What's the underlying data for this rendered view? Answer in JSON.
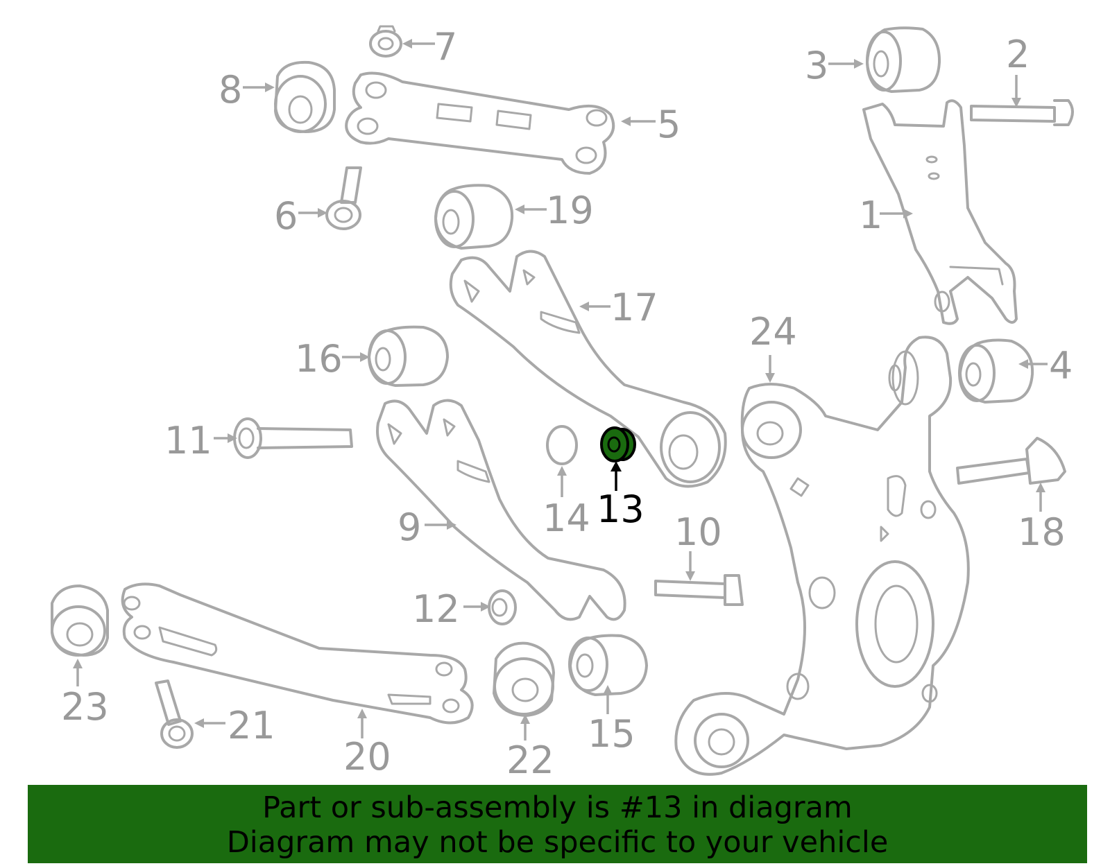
{
  "callouts": [
    "1",
    "2",
    "3",
    "4",
    "5",
    "6",
    "7",
    "8",
    "9",
    "10",
    "11",
    "12",
    "13",
    "14",
    "15",
    "16",
    "17",
    "18",
    "19",
    "20",
    "21",
    "22",
    "23",
    "24"
  ],
  "highlighted_part": "13",
  "colors": {
    "banner_bg": "#1a6b0f",
    "highlight_fill": "#1a6b0f",
    "line_gray": "#a8a8a8",
    "text_gray": "#999999"
  },
  "banner": {
    "line1": "Part or sub-assembly is #13 in diagram",
    "line2": "Diagram may not be specific to your vehicle"
  }
}
